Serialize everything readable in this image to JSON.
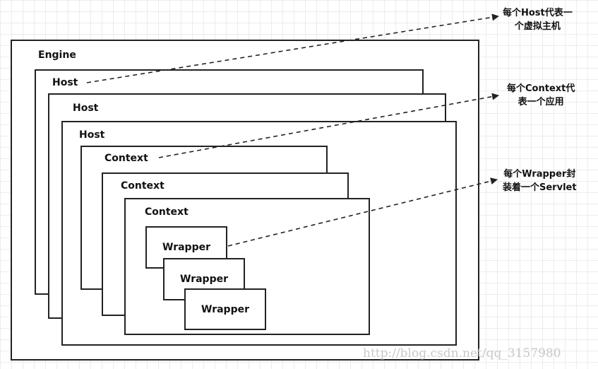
{
  "diagram": {
    "engine": {
      "label": "Engine"
    },
    "hosts": [
      {
        "label": "Host"
      },
      {
        "label": "Host"
      },
      {
        "label": "Host"
      }
    ],
    "contexts": [
      {
        "label": "Context"
      },
      {
        "label": "Context"
      },
      {
        "label": "Context"
      }
    ],
    "wrappers": [
      {
        "label": "Wrapper"
      },
      {
        "label": "Wrapper"
      },
      {
        "label": "Wrapper"
      }
    ]
  },
  "annotations": {
    "host_note": {
      "line1": "每个Host代表一",
      "line2": "个虚拟主机"
    },
    "context_note": {
      "line1": "每个Context代",
      "line2": "表一个应用"
    },
    "wrapper_note": {
      "line1": "每个Wrapper封",
      "line2": "装着一个Servlet"
    }
  },
  "watermark": "http://blog.csdn.net/qq_3157980",
  "colors": {
    "stroke": "#222222",
    "background": "#ffffff",
    "grid": "#ececec",
    "watermark": "#c8c8c8"
  }
}
